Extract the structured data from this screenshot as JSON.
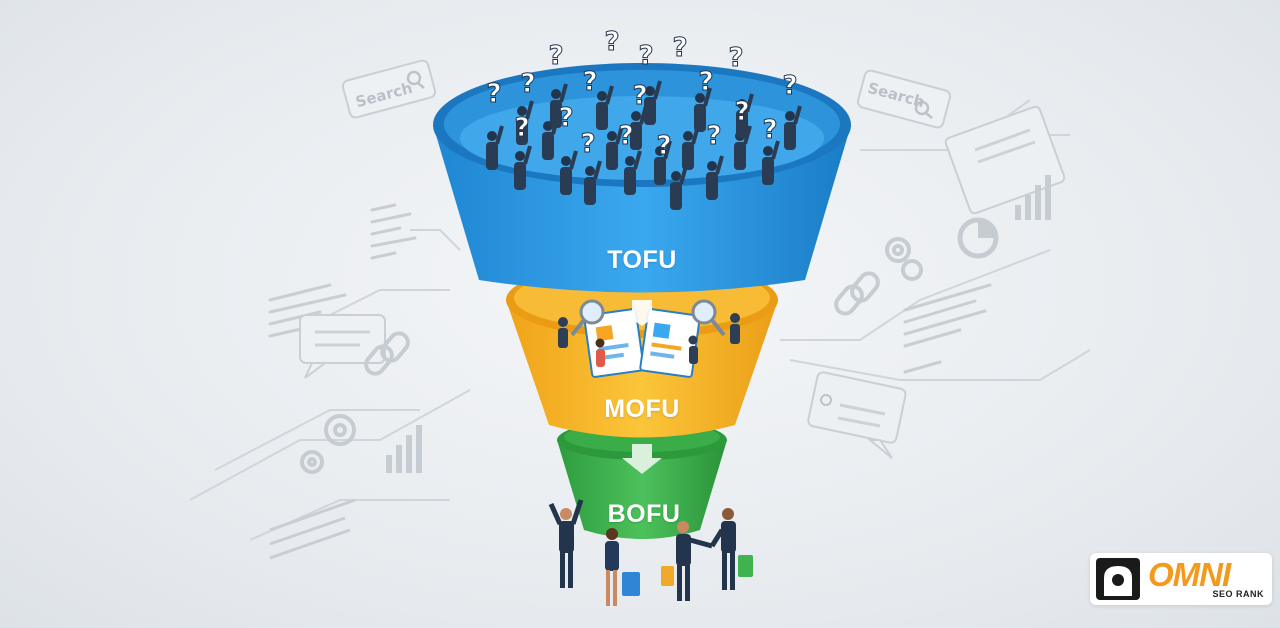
{
  "funnel": {
    "stages": [
      {
        "id": "tofu",
        "label": "TOFU",
        "color": "#2f9ee6"
      },
      {
        "id": "mofu",
        "label": "MOFU",
        "color": "#f5b427"
      },
      {
        "id": "bofu",
        "label": "BOFU",
        "color": "#3fb34f"
      }
    ]
  },
  "decor": {
    "search_label_left": "Search",
    "search_label_right": "Search"
  },
  "logo": {
    "brand": "OMNI",
    "tagline": "SEO RANK",
    "brand_color": "#f39a1d"
  }
}
